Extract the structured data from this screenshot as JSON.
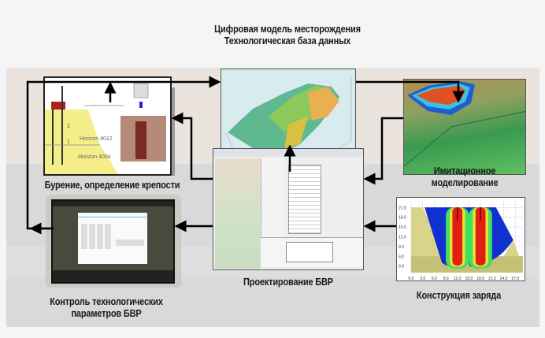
{
  "title": {
    "line1": "Цифровая модель месторождения",
    "line2": "Технологическая база данных"
  },
  "nodes": {
    "drilling": {
      "label": "Бурение, определение крепости",
      "horizon_upper": "Horizon 4012",
      "horizon_lower": "Horizon 4004",
      "layer_2": "2",
      "layer_1": "1"
    },
    "simulation": {
      "line1": "Имитационное",
      "line2": "моделирование"
    },
    "design": {
      "label": "Проектирование БВР"
    },
    "charge": {
      "label": "Конструкция заряда"
    },
    "control": {
      "line1": "Контроль технологических",
      "line2": "параметров БВР"
    }
  },
  "chart_data": {
    "type": "heatmap",
    "title": "Конструкция заряда",
    "x_ticks": [
      "0.0",
      "3.0",
      "6.0",
      "9.0",
      "12.0",
      "15.0",
      "18.0",
      "21.0",
      "24.0",
      "27.0"
    ],
    "y_ticks": [
      "3.0",
      "6.0",
      "9.0",
      "12.0",
      "15.0",
      "18.0",
      "21.0"
    ],
    "xlim": [
      0,
      29
    ],
    "ylim": [
      1,
      23
    ],
    "charges_x": [
      12.0,
      18.0
    ]
  },
  "colors": {
    "arrow": "#000000",
    "panel_top": "#ebe3de",
    "panel_bottom": "#d9d9d9"
  }
}
